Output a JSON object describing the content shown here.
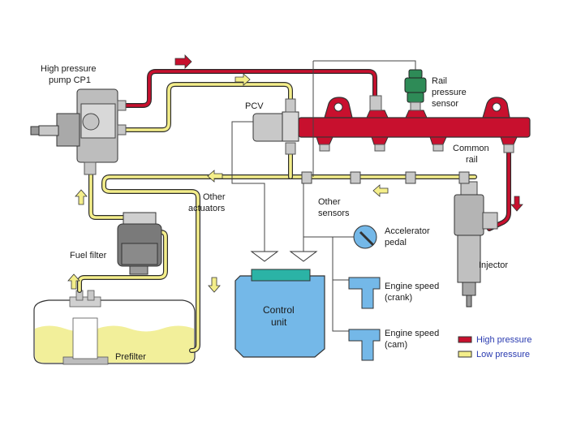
{
  "labels": {
    "pump_line1": "High pressure",
    "pump_line2": "pump CP1",
    "pcv": "PCV",
    "rail_sensor_1": "Rail",
    "rail_sensor_2": "pressure",
    "rail_sensor_3": "sensor",
    "common_rail_1": "Common",
    "common_rail_2": "rail",
    "other_actuators_1": "Other",
    "other_actuators_2": "actuators",
    "other_sensors_1": "Other",
    "other_sensors_2": "sensors",
    "accel_1": "Accelerator",
    "accel_2": "pedal",
    "fuel_filter": "Fuel filter",
    "injector": "Injector",
    "control_unit_1": "Control",
    "control_unit_2": "unit",
    "engine_crank_1": "Engine speed",
    "engine_crank_2": "(crank)",
    "engine_cam_1": "Engine speed",
    "engine_cam_2": "(cam)",
    "prefilter": "Prefilter"
  },
  "legend": {
    "high": "High pressure",
    "low": "Low pressure"
  },
  "colors": {
    "high_pressure": "#c8102e",
    "low_pressure": "#f4ee8a",
    "control_unit": "#74b8e8",
    "tank_fuel": "#f2ef9a",
    "legend_text": "#2a3bb0"
  }
}
